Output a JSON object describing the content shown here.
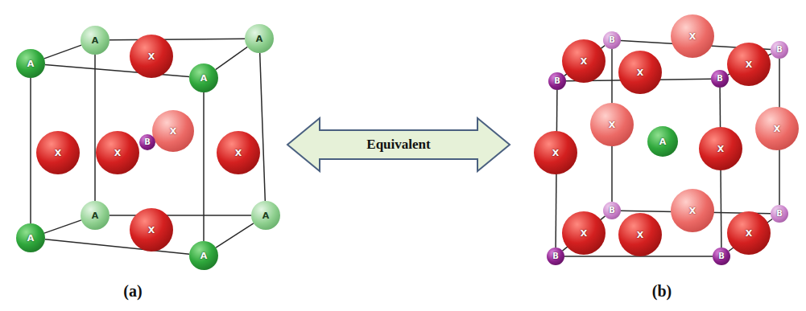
{
  "diagram": {
    "nodes": [
      {
        "text": [
          "A"
        ]
      },
      {
        "text": [
          "X"
        ]
      },
      {
        "text": [
          "A"
        ]
      },
      {
        "text": [
          "A"
        ]
      },
      {
        "text": [
          "A"
        ]
      },
      {
        "text": [
          "X"
        ]
      },
      {
        "text": [
          "X"
        ]
      },
      {
        "text": [
          "B"
        ]
      },
      {
        "text": [
          "X"
        ]
      },
      {
        "text": [
          "X"
        ]
      },
      {
        "text": [
          "A"
        ]
      },
      {
        "text": [
          "A"
        ]
      },
      {
        "text": [
          "X"
        ]
      },
      {
        "text": [
          "A"
        ]
      },
      {
        "text": [
          "A"
        ]
      },
      {
        "text": [
          "Equivalent"
        ]
      },
      {
        "text": [
          "B"
        ]
      },
      {
        "text": [
          "X"
        ]
      },
      {
        "text": [
          "B"
        ]
      },
      {
        "text": [
          "X"
        ]
      },
      {
        "text": [
          "X"
        ]
      },
      {
        "text": [
          "X"
        ]
      },
      {
        "text": [
          "B"
        ]
      },
      {
        "text": [
          "B"
        ]
      },
      {
        "text": [
          "X"
        ]
      },
      {
        "text": [
          "X"
        ]
      },
      {
        "text": [
          "A"
        ]
      },
      {
        "text": [
          "X"
        ]
      },
      {
        "text": [
          "X"
        ]
      },
      {
        "text": [
          "B"
        ]
      },
      {
        "text": [
          "B"
        ]
      },
      {
        "text": [
          "X"
        ]
      },
      {
        "text": [
          "X"
        ]
      },
      {
        "text": [
          "X"
        ]
      },
      {
        "text": [
          "X"
        ]
      },
      {
        "text": [
          "B"
        ]
      },
      {
        "text": [
          "B"
        ]
      }
    ],
    "edges": [
      {
        "from": 3,
        "to": 4,
        "arrow": "none"
      },
      {
        "from": 4,
        "to": 14,
        "arrow": "none"
      },
      {
        "from": 14,
        "to": 13,
        "arrow": "none"
      },
      {
        "from": 13,
        "to": 3,
        "arrow": "none"
      },
      {
        "from": 0,
        "to": 2,
        "arrow": "none"
      },
      {
        "from": 2,
        "to": 11,
        "arrow": "none"
      },
      {
        "from": 11,
        "to": 10,
        "arrow": "none"
      },
      {
        "from": 10,
        "to": 0,
        "arrow": "none"
      },
      {
        "from": 0,
        "to": 3,
        "arrow": "none"
      },
      {
        "from": 2,
        "to": 4,
        "arrow": "none"
      },
      {
        "from": 10,
        "to": 13,
        "arrow": "none"
      },
      {
        "from": 11,
        "to": 14,
        "arrow": "none"
      },
      {
        "from": 22,
        "to": 23,
        "arrow": "none"
      },
      {
        "from": 23,
        "to": 36,
        "arrow": "none"
      },
      {
        "from": 36,
        "to": 35,
        "arrow": "none"
      },
      {
        "from": 35,
        "to": 22,
        "arrow": "none"
      },
      {
        "from": 16,
        "to": 18,
        "arrow": "none"
      },
      {
        "from": 18,
        "to": 30,
        "arrow": "none"
      },
      {
        "from": 30,
        "to": 29,
        "arrow": "none"
      },
      {
        "from": 29,
        "to": 16,
        "arrow": "none"
      },
      {
        "from": 16,
        "to": 22,
        "arrow": "none"
      },
      {
        "from": 18,
        "to": 23,
        "arrow": "none"
      },
      {
        "from": 29,
        "to": 35,
        "arrow": "none"
      },
      {
        "from": 30,
        "to": 36,
        "arrow": "none"
      }
    ],
    "labels": [
      "(a)",
      "(b)"
    ]
  }
}
